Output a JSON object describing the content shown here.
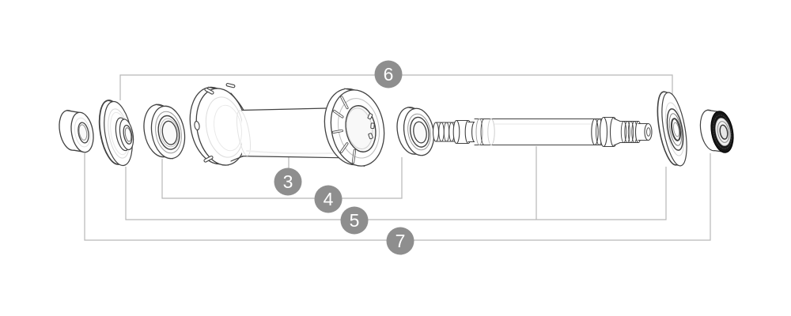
{
  "diagram": {
    "background_color": "#ffffff",
    "outline_color": "#424242",
    "leader_line_color": "#b7b7b7",
    "callout_style": {
      "fill_color": "#8e8e8e",
      "text_color": "#ffffff"
    },
    "callouts": [
      {
        "label": "3"
      },
      {
        "label": "4"
      },
      {
        "label": "5"
      },
      {
        "label": "6"
      },
      {
        "label": "7"
      }
    ]
  }
}
